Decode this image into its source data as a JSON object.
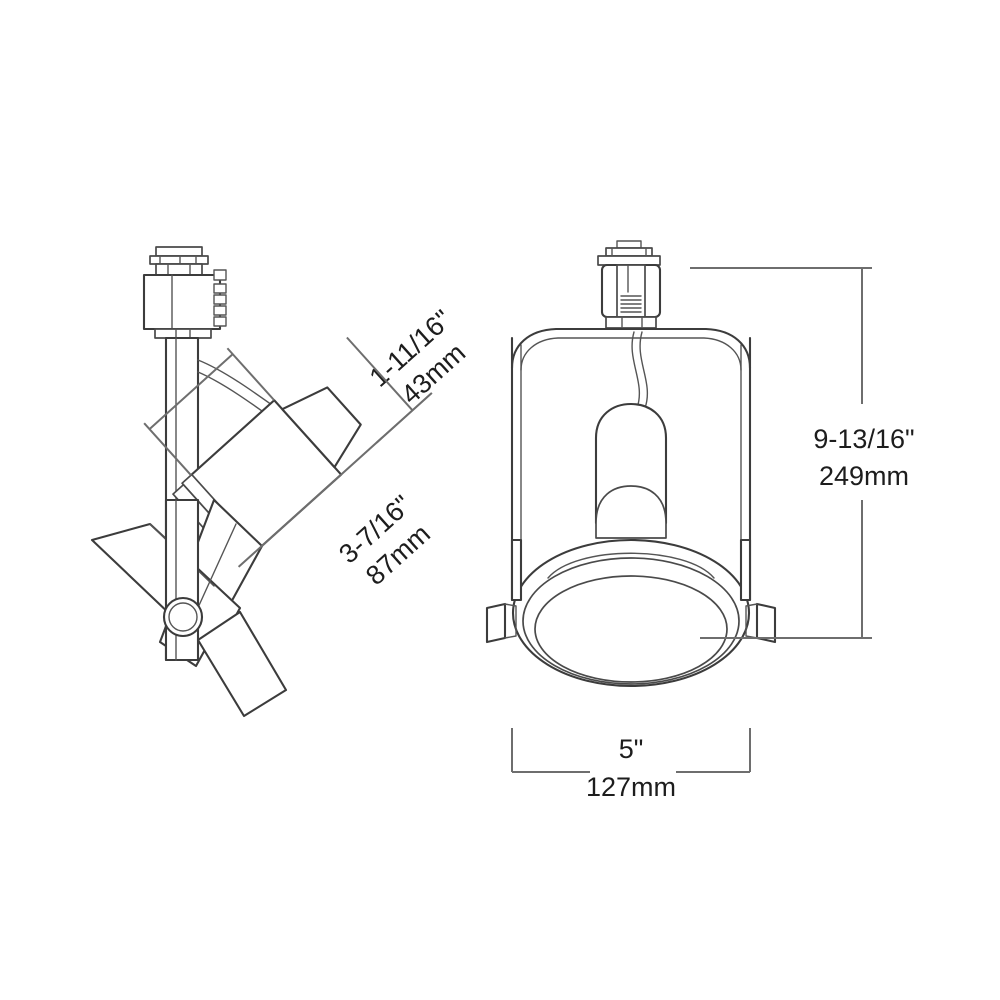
{
  "drawing": {
    "title": "Track Head Light Fixture Dimensional Drawing",
    "background_color": "#ffffff",
    "line_color": "#3c3c3c",
    "dimension_line_color": "#6e6e6e",
    "text_color": "#1d1d1d",
    "views": [
      {
        "name": "side-view",
        "label": ""
      },
      {
        "name": "front-view",
        "label": ""
      }
    ]
  },
  "dimensions": {
    "head_diameter": {
      "name": "head-diameter-dimension",
      "inches": "1-11/16\"",
      "millimeters": "43mm"
    },
    "head_length": {
      "name": "head-length-dimension",
      "inches": "3-7/16\"",
      "millimeters": "87mm"
    },
    "overall_height": {
      "name": "overall-height-dimension",
      "inches": "9-13/16\"",
      "millimeters": "249mm"
    },
    "overall_width": {
      "name": "overall-width-dimension",
      "inches": "5\"",
      "millimeters": "127mm"
    }
  }
}
